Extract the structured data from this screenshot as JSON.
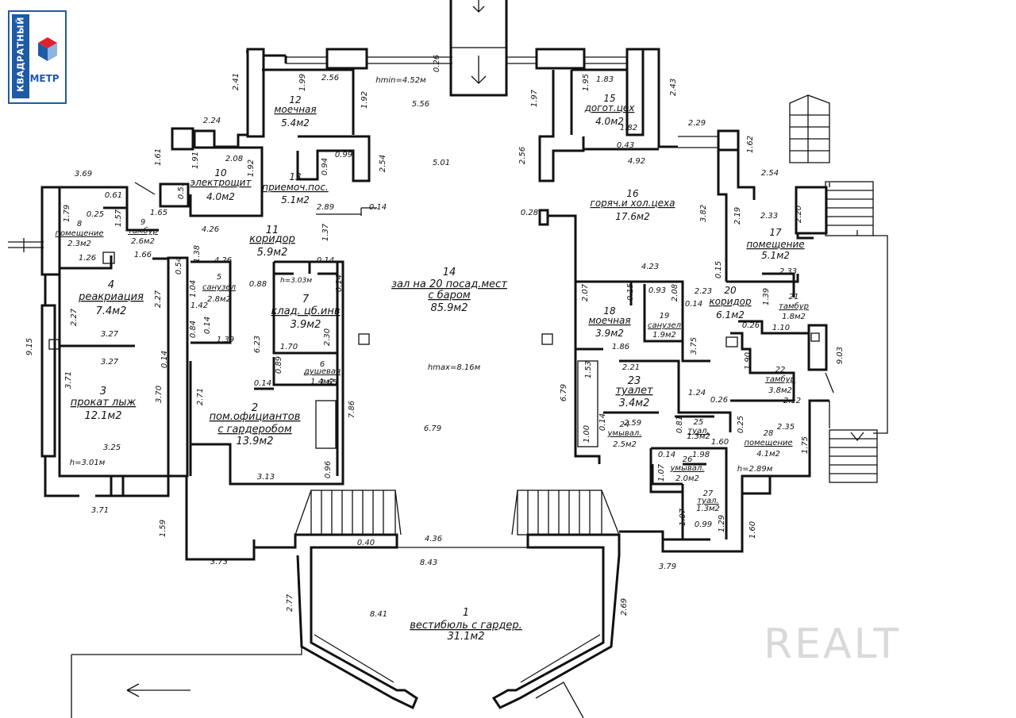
{
  "logo": {
    "top_text": "КВАДРАТНЫЙ",
    "bottom_text": "МЕТР",
    "icon": "cube-icon"
  },
  "watermark": "REALT",
  "colors": {
    "logo_blue": "#1f5aa6",
    "logo_red": "#e0202e",
    "ink": "#111111",
    "watermark": "#d9d9d9"
  },
  "rooms": [
    {
      "num": "1",
      "name": "вестибюль с гардер.",
      "area": "31.1м2"
    },
    {
      "num": "2",
      "name": "пом.официантов",
      "name2": "с гардеробом",
      "area": "13.9м2"
    },
    {
      "num": "3",
      "name": "прокат лыж",
      "area": "12.1м2"
    },
    {
      "num": "4",
      "name": "реакриация",
      "area": "7.4м2"
    },
    {
      "num": "5",
      "name": "санузел",
      "area": "2.8м2"
    },
    {
      "num": "6",
      "name": "душевая",
      "area": "1.4м2"
    },
    {
      "num": "7",
      "name": "клад. цб.инв",
      "area": "3.9м2"
    },
    {
      "num": "8",
      "name": "помещение",
      "area": "2.3м2"
    },
    {
      "num": "9",
      "name": "тамбур",
      "area": "2.6м2"
    },
    {
      "num": "10",
      "name": "электрощит",
      "area": "4.0м2"
    },
    {
      "num": "11",
      "name": "коридор",
      "area": "5.9м2"
    },
    {
      "num": "12",
      "name": "моечная",
      "area": "5.4м2"
    },
    {
      "num": "13",
      "name": "приемоч.пос.",
      "area": "5.1м2"
    },
    {
      "num": "14",
      "name": "зал на 20 посад.мест",
      "name2": "с баром",
      "area": "85.9м2"
    },
    {
      "num": "15",
      "name": "догот.цех",
      "area": "4.0м2"
    },
    {
      "num": "16",
      "name": "горяч.и хол.цеха",
      "area": "17.6м2"
    },
    {
      "num": "17",
      "name": "помещение",
      "area": "5.1м2"
    },
    {
      "num": "18",
      "name": "моечная",
      "area": "3.9м2"
    },
    {
      "num": "19",
      "name": "санузел",
      "area": "1.9м2"
    },
    {
      "num": "20",
      "name": "коридор",
      "area": "6.1м2"
    },
    {
      "num": "21",
      "name": "тамбур",
      "area": "1.8м2"
    },
    {
      "num": "22",
      "name": "тамбур",
      "area": "3.8м2"
    },
    {
      "num": "23",
      "name": "туалет",
      "area": "3.4м2"
    },
    {
      "num": "24",
      "name": "умывал.",
      "area": "2.5м2"
    },
    {
      "num": "25",
      "name": "туал.",
      "area": "1.3м2"
    },
    {
      "num": "26",
      "name": "умывал.",
      "area": "2.0м2"
    },
    {
      "num": "27",
      "name": "туал.",
      "area": "1.3м2"
    },
    {
      "num": "28",
      "name": "помещение",
      "area": "4.1м2"
    }
  ],
  "heights": {
    "hmin": "hmin=4.52м",
    "hmax": "hmax=8.16м",
    "h301": "h=3.01м",
    "h303": "h=3.03м",
    "h289": "h=2.89м"
  },
  "dims": {
    "d241": "2.41",
    "d256a": "2.56",
    "d199": "1.99",
    "d192a": "1.92",
    "d026": "0.26",
    "d556": "5.56",
    "d197": "1.97",
    "d195": "1.95",
    "d183": "1.83",
    "d182": "1.82",
    "d243": "2.43",
    "d224": "2.24",
    "d161": "1.61",
    "d191": "1.91",
    "d208": "2.08",
    "d192b": "1.92",
    "d094": "0.94",
    "d099a": "0.99",
    "d254a": "2.54",
    "d501": "5.01",
    "d256b": "2.56",
    "d043": "0.43",
    "d492": "4.92",
    "d229": "2.29",
    "d162": "1.62",
    "d369": "3.69",
    "d061": "0.61",
    "d051": "0.51",
    "d179": "1.79",
    "d025": "0.25",
    "d157": "1.57",
    "d165": "1.65",
    "d289": "2.89",
    "d014a": "0.14",
    "d254b": "2.54",
    "d028": "0.28",
    "d382": "3.82",
    "d219": "2.19",
    "d233a": "2.33",
    "d220": "2.20",
    "d426a": "4.26",
    "d137": "1.37",
    "d126": "1.26",
    "d166": "1.66",
    "d054": "0.54",
    "d138": "1.38",
    "d426b": "4.26",
    "d014b": "0.14",
    "d423": "4.23",
    "d015a": "0.15",
    "d233b": "2.33",
    "d104": "1.04",
    "d088": "0.88",
    "d014c": "0.14",
    "d207": "2.07",
    "d015b": "0.15",
    "d093": "0.93",
    "d208b": "2.08",
    "d223": "2.23",
    "d014d": "0.14",
    "d139": "1.39",
    "d915": "9.15",
    "d227a": "2.27",
    "d227b": "2.27",
    "d142": "1.42",
    "d084": "0.84",
    "d014e": "0.14",
    "d139b": "1.39",
    "d623": "6.23",
    "d170": "1.70",
    "d230": "2.30",
    "d026b": "0.26",
    "d110": "1.10",
    "d327a": "3.27",
    "d186": "1.86",
    "d375": "3.75",
    "d190": "1.90",
    "d903": "9.03",
    "d327b": "3.27",
    "d014f": "0.14",
    "d089": "0.89",
    "d153": "1.53",
    "d221": "2.21",
    "d371a": "3.71",
    "d370": "3.70",
    "d014g": "0.14",
    "d165b": "1.65",
    "d271": "2.71",
    "d679a": "6.79",
    "d124": "1.24",
    "d026c": "0.26",
    "d212": "2.12",
    "d786": "7.86",
    "d259": "2.59",
    "d081": "0.81",
    "d025b": "0.25",
    "d235": "2.35",
    "d100": "1.00",
    "d014h": "0.14",
    "d160": "1.60",
    "d175": "1.75",
    "d325": "3.25",
    "d679b": "6.79",
    "d014i": "0.14",
    "d198": "1.98",
    "d313": "3.13",
    "d096": "0.96",
    "d107a": "1.07",
    "d371b": "3.71",
    "d107b": "1.07",
    "d099b": "0.99",
    "d129": "1.29",
    "d159": "1.59",
    "d160b": "1.60",
    "d040": "0.40",
    "d436": "4.36",
    "d373": "3.73",
    "d843": "8.43",
    "d379": "3.79",
    "d277": "2.77",
    "d269": "2.69",
    "d841": "8.41"
  }
}
